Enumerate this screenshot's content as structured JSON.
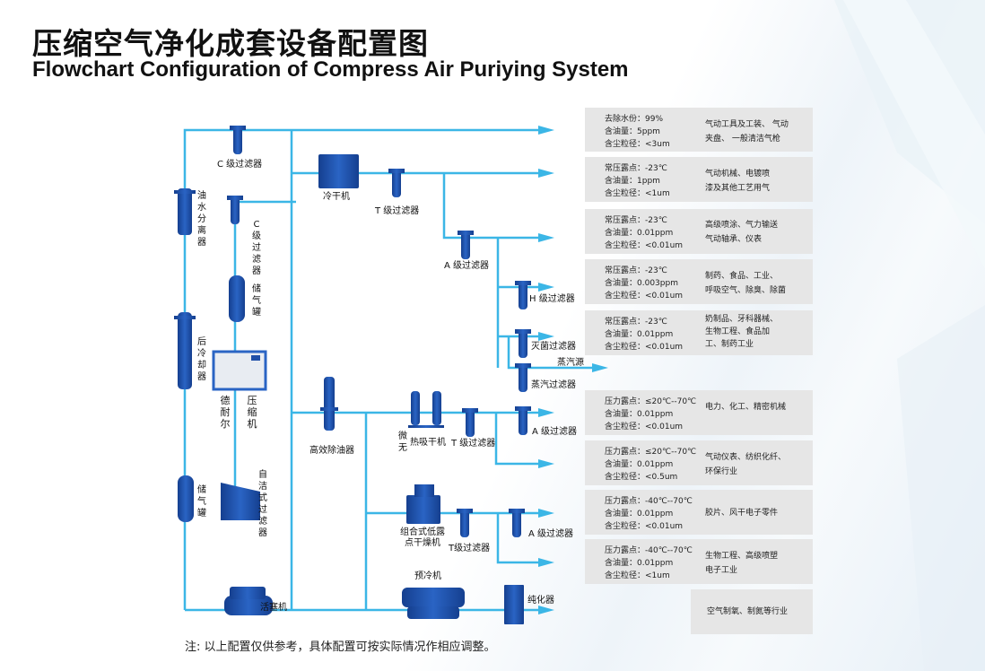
{
  "header": {
    "title_cn": "压缩空气净化成套设备配置图",
    "title_en": "Flowchart Configuration of Compress Air Puriying System"
  },
  "colors": {
    "pipe": "#3bb6e6",
    "equipment": "#1f4fa8",
    "spec_box": "#e6e6e6",
    "text": "#111111"
  },
  "equipment": {
    "c_filter_top": "C 级过滤器",
    "oil_water_separator": "油水分离器",
    "c_filter_vertical": "C级过滤器",
    "air_tank_upper": "储气罐",
    "aftercooler": "后冷却器",
    "compressor_brand": "德耐尔",
    "compressor": "压缩机",
    "air_tank_lower": "储气罐",
    "self_cleaning_filter": "自洁式过滤器",
    "refrigerated_dryer": "冷干机",
    "t_filter_1": "T 级过滤器",
    "a_filter_1": "A 级过滤器",
    "h_filter": "H 级过滤器",
    "sterile_filter": "灭菌过滤器",
    "steam_source": "蒸汽源",
    "steam_filter": "蒸汽过滤器",
    "high_eff_oil_remover": "高效除油器",
    "heatless_prefix": "微无",
    "heatless_dryer": "热吸干机",
    "t_filter_2": "T 级过滤器",
    "a_filter_2": "A 级过滤器",
    "combo_dryer": "组合式低露点干燥机",
    "t_filter_3": "T级过滤器",
    "a_filter_3": "A 级过滤器",
    "precooler": "预冷机",
    "piston_compressor": "活塞机",
    "purifier": "纯化器"
  },
  "specs": [
    {
      "params": [
        "去除水份：99%",
        "含油量：5ppm",
        "含尘粒径：<3um"
      ],
      "apps": [
        "气动工具及工装、 气动",
        "夹盘、 一般清洁气枪"
      ]
    },
    {
      "params": [
        "常压露点：-23℃",
        "含油量：1ppm",
        "含尘粒径：<1um"
      ],
      "apps": [
        "气动机械、电镀喷",
        "漆及其他工艺用气"
      ]
    },
    {
      "params": [
        "常压露点：-23℃",
        "含油量：0.01ppm",
        "含尘粒径：<0.01um"
      ],
      "apps": [
        "高级喷涂、气力输送",
        "气动轴承、仪表"
      ]
    },
    {
      "params": [
        "常压露点：-23℃",
        "含油量：0.003ppm",
        "含尘粒径：<0.01um"
      ],
      "apps": [
        "制药、食品、工业、",
        "呼吸空气、除臭、除菌"
      ]
    },
    {
      "params": [
        "常压露点：-23℃",
        "含油量：0.01ppm",
        "含尘粒径：<0.01um"
      ],
      "apps": [
        "奶制品、牙科器械、",
        "生物工程、食品加",
        "工、制药工业"
      ]
    },
    {
      "params": [
        "压力露点：≤20℃--70℃",
        "含油量：0.01ppm",
        "含尘粒径：<0.01um"
      ],
      "apps": [
        "电力、化工、精密机械"
      ]
    },
    {
      "params": [
        "压力露点：≤20℃--70℃",
        "含油量：0.01ppm",
        "含尘粒径：<0.5um"
      ],
      "apps": [
        "气动仪表、纺织化纤、",
        "环保行业"
      ]
    },
    {
      "params": [
        "压力露点：-40℃--70℃",
        "含油量：0.01ppm",
        "含尘粒径：<0.01um"
      ],
      "apps": [
        "胶片、风干电子零件"
      ]
    },
    {
      "params": [
        "压力露点：-40℃--70℃",
        "含油量：0.01ppm",
        "含尘粒径：<1um"
      ],
      "apps": [
        "生物工程、高级喷塑",
        "电子工业"
      ]
    },
    {
      "params": [],
      "apps": [
        "空气制氧、制氮等行业"
      ]
    }
  ],
  "footer": {
    "note": "注: 以上配置仅供参考，具体配置可按实际情况作相应调整。"
  }
}
